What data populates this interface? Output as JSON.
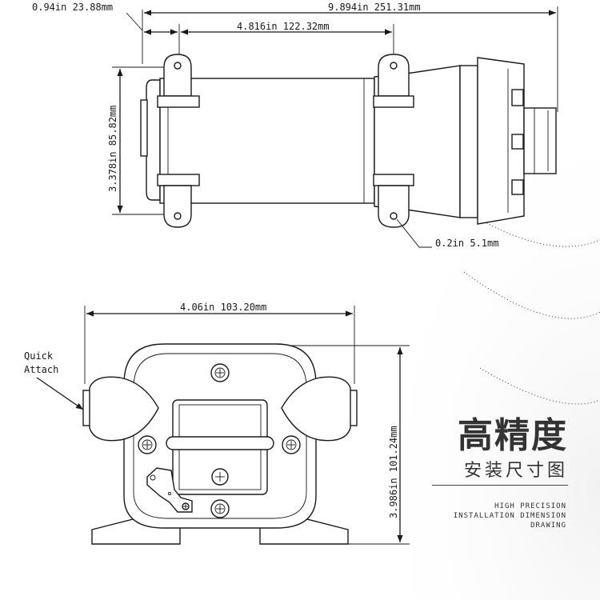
{
  "dimensions": {
    "offset": "0.94in 23.88mm",
    "overall_length": "9.894in 251.31mm",
    "mount_spacing": "4.816in 122.32mm",
    "height_side": "3.378in 85.82mm",
    "hole": "0.2in 5.1mm",
    "front_width": "4.06in 103.20mm",
    "front_height": "3.986in 101.24mm"
  },
  "callouts": {
    "quick_attach_line1": "Quick",
    "quick_attach_line2": "Attach"
  },
  "title_block": {
    "title_cn": "高精度",
    "subtitle_cn": "安装尺寸图",
    "english_lines": [
      "HIGH PRECISION",
      "INSTALLATION DIMENSION",
      "DRAWING"
    ]
  }
}
